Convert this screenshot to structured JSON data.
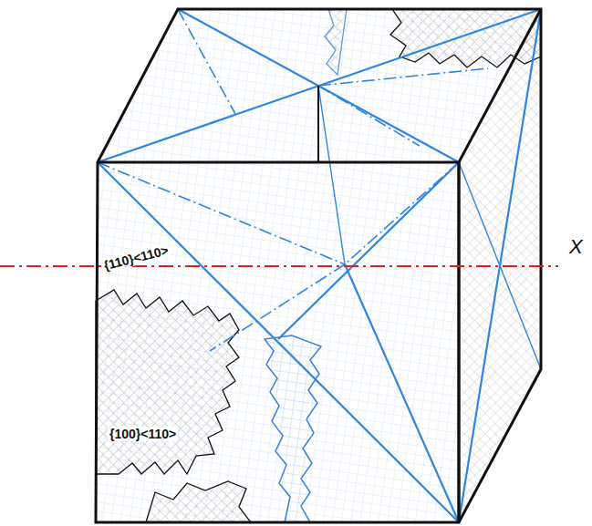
{
  "diagram": {
    "labels": [
      "{110}<110>",
      "{100}<110>",
      "X"
    ]
  }
}
